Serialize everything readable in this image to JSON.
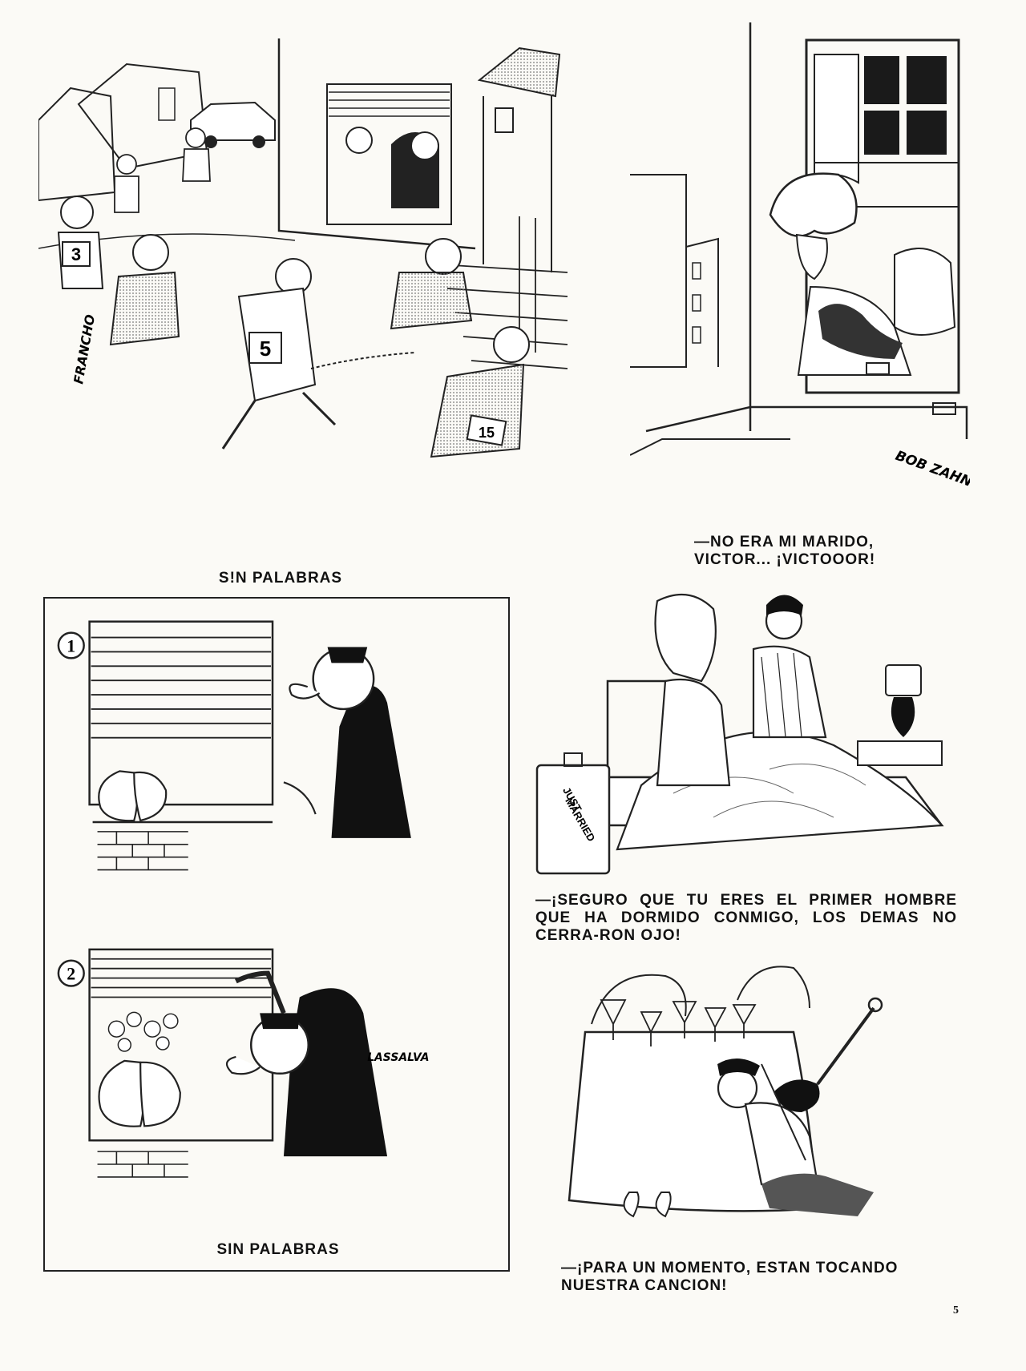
{
  "page": {
    "number": "5"
  },
  "cartoons": [
    {
      "id": "marathon",
      "caption": "S!N PALABRAS",
      "signature": "FRANCHO",
      "runner_bibs": [
        "3",
        "5",
        "15"
      ]
    },
    {
      "id": "window-woman",
      "caption": "—NO ERA MI MARIDO,\nVICTOR... ¡VICTOOOR!",
      "signature": "BOB ZAHN"
    },
    {
      "id": "vase",
      "caption": "SIN PALABRAS",
      "signature": "LASSALVA",
      "panel_numbers": [
        "1",
        "2"
      ]
    },
    {
      "id": "newlyweds",
      "caption": "—¡SEGURO QUE TU ERES EL PRIMER HOMBRE QUE HA DORMIDO CONMIGO, LOS DEMAS NO CERRA-RON OJO!",
      "suitcase_label": [
        "JUST",
        "MARRIED"
      ]
    },
    {
      "id": "violinist",
      "caption": "—¡PARA UN MOMENTO, ESTAN TOCANDO\nNUESTRA CANCION!"
    }
  ]
}
